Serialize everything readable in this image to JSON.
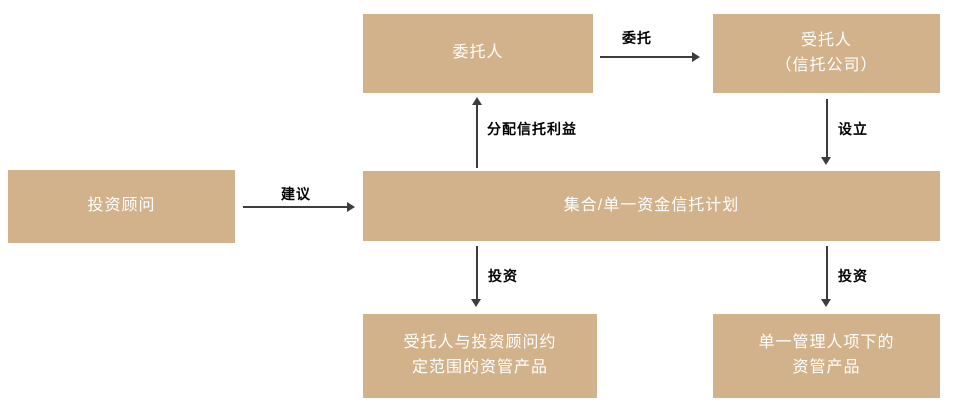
{
  "colors": {
    "box-fill": "#d2b28a",
    "box-text": "#ffffff",
    "arrow": "#3c3c3c",
    "label": "#000000",
    "background": "#ffffff"
  },
  "nodes": {
    "client": {
      "label": "委托人"
    },
    "trustee": {
      "line1": "受托人",
      "line2": "（信托公司）"
    },
    "advisor": {
      "label": "投资顾问"
    },
    "trust_plan": {
      "label": "集合/单一资金信托计划"
    },
    "agreed_products": {
      "line1": "受托人与投资顾问约",
      "line2": "定范围的资管产品"
    },
    "single_manager_products": {
      "line1": "单一管理人项下的",
      "line2": "资管产品"
    }
  },
  "edges": {
    "entrust": {
      "label": "委托"
    },
    "advise": {
      "label": "建议"
    },
    "distribute": {
      "label": "分配信托利益"
    },
    "establish": {
      "label": "设立"
    },
    "invest_left": {
      "label": "投资"
    },
    "invest_right": {
      "label": "投资"
    }
  }
}
